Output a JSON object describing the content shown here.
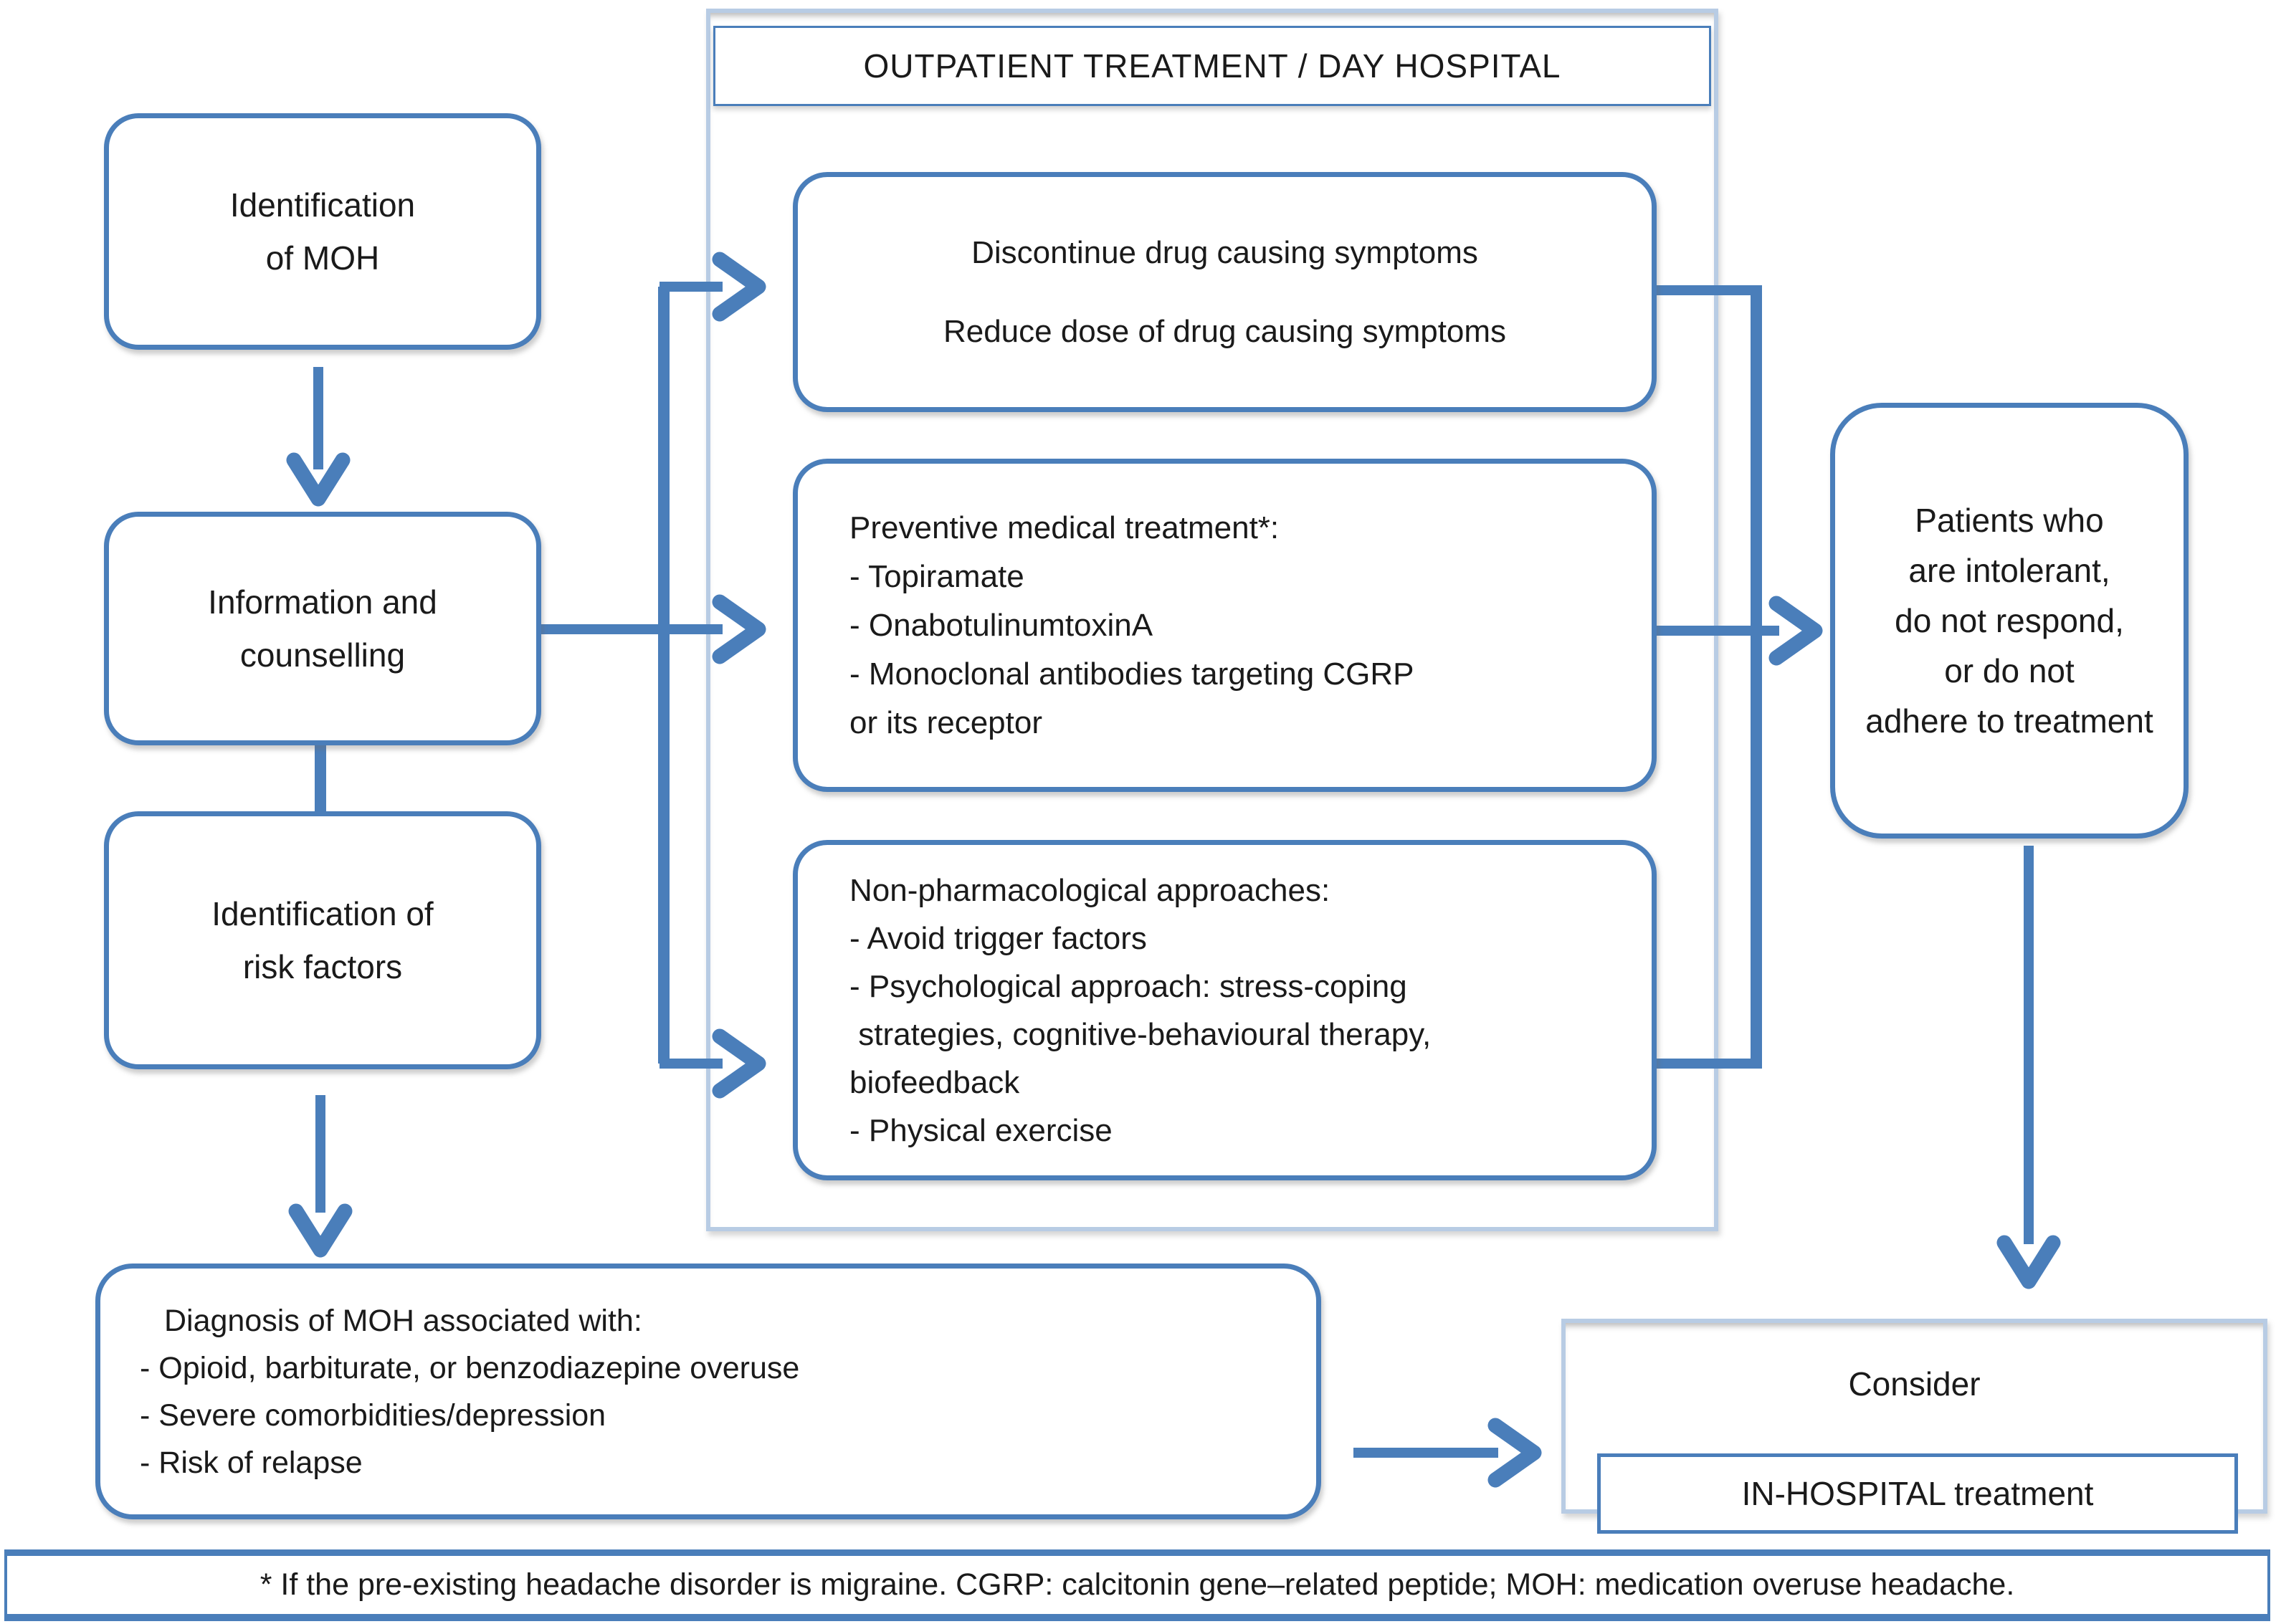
{
  "colors": {
    "accent_blue": "#4a7eba",
    "light_blue": "#b8cce4",
    "text": "#1a1a1a",
    "background": "#ffffff"
  },
  "outpatient_panel": {
    "title": "OUTPATIENT TREATMENT / DAY HOSPITAL"
  },
  "nodes": {
    "identification_moh": {
      "lines": [
        "Identification",
        "of MOH"
      ]
    },
    "information_counselling": {
      "lines": [
        "Information and",
        "counselling"
      ]
    },
    "identification_risk_factors": {
      "lines": [
        "Identification of",
        "risk factors"
      ]
    },
    "diagnosis_moh": {
      "lines": [
        "Diagnosis of MOH associated with:",
        "- Opioid, barbiturate, or benzodiazepine overuse",
        "- Severe comorbidities/depression",
        "- Risk of relapse"
      ]
    },
    "discontinue_reduce": {
      "lines": [
        "Discontinue drug causing symptoms",
        "Reduce dose of drug causing symptoms"
      ]
    },
    "preventive_treatment": {
      "lines": [
        "Preventive medical treatment*:",
        "- Topiramate",
        "- OnabotulinumtoxinA",
        "- Monoclonal antibodies targeting CGRP",
        "or its receptor"
      ]
    },
    "non_pharmacological": {
      "lines": [
        "Non-pharmacological approaches:",
        "- Avoid trigger factors",
        "- Psychological approach: stress-coping",
        " strategies, cognitive-behavioural therapy,",
        "biofeedback",
        "- Physical exercise"
      ]
    },
    "patients_intolerant": {
      "lines": [
        "Patients who",
        "are intolerant,",
        "do not respond,",
        "or do not",
        "adhere to treatment"
      ]
    },
    "consider_in_hospital": {
      "title": "Consider",
      "highlight": "IN-HOSPITAL treatment"
    }
  },
  "footnote": "* If the pre-existing headache disorder is migraine. CGRP: calcitonin gene–related peptide; MOH: medication overuse headache."
}
